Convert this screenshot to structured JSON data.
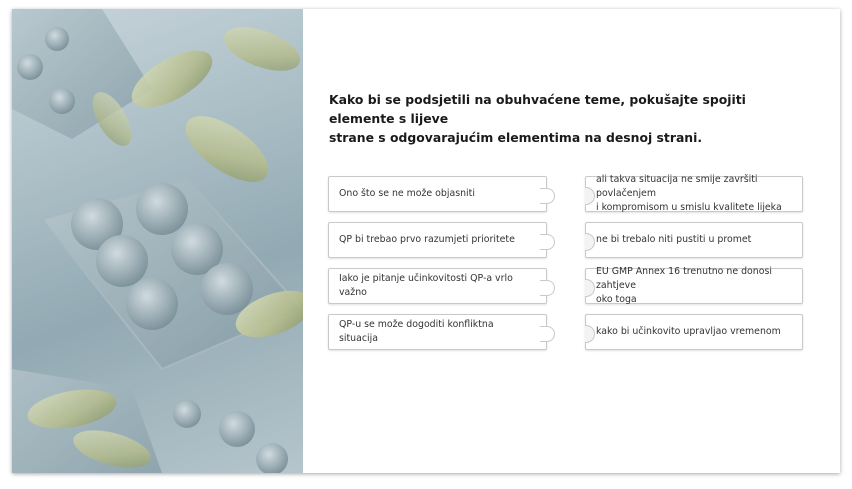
{
  "question": {
    "line1": "Kako bi se podsjetili na obuhvaćene teme, pokušajte spojiti elemente s lijeve",
    "line2": "strane s odgovarajućim elementima na desnoj strani."
  },
  "left_items": [
    "Ono što se ne može objasniti",
    "QP bi trebao prvo razumjeti prioritete",
    "Iako je pitanje učinkovitosti QP-a vrlo važno",
    "QP-u se može dogoditi konfliktna situacija"
  ],
  "right_items": [
    {
      "line1": "ali takva situacija ne smije završiti povlačenjem",
      "line2": "i kompromisom u smislu kvalitete lijeka"
    },
    {
      "line1": "ne bi trebalo niti pustiti u promet",
      "line2": ""
    },
    {
      "line1": "EU GMP Annex 16 trenutno ne donosi zahtjeve",
      "line2": "oko toga"
    },
    {
      "line1": "kako bi učinkovito upravljao vremenom",
      "line2": ""
    }
  ],
  "colors": {
    "border": "#c9c9c9",
    "photo_tint": "#9eb2ba"
  },
  "icons": {
    "photo": "pills-blister-photo"
  }
}
